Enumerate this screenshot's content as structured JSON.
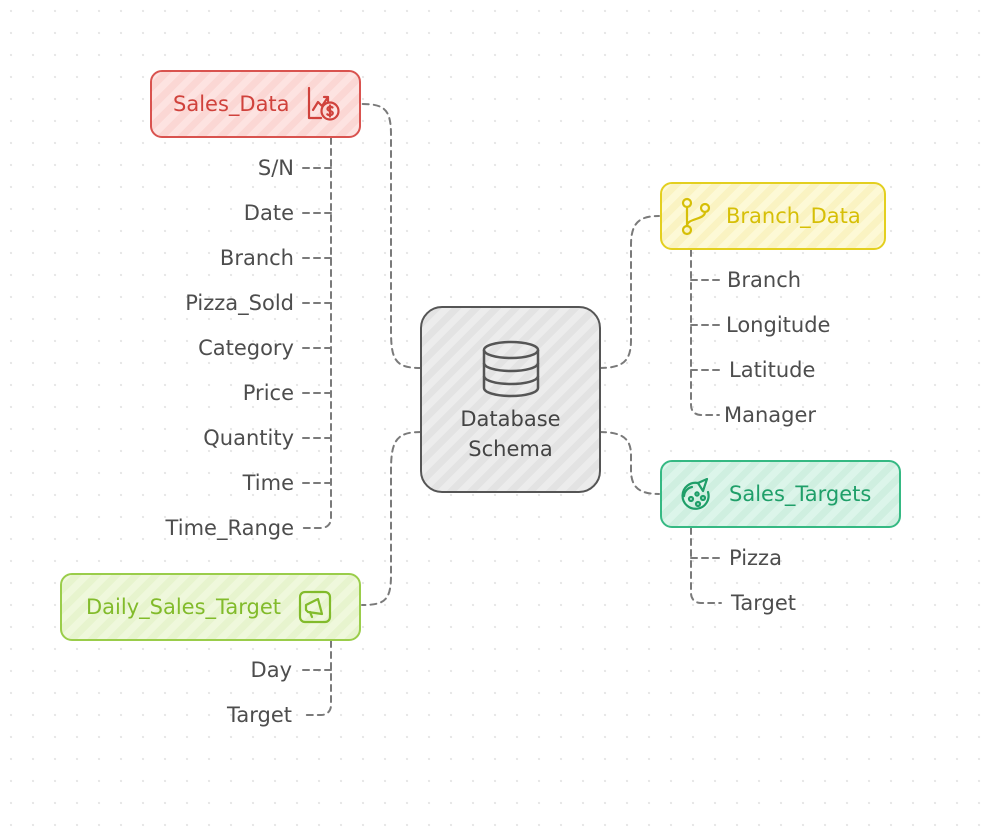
{
  "center": {
    "line1": "Database",
    "line2": "Schema",
    "icon": "database-icon"
  },
  "tables": {
    "sales_data": {
      "title": "Sales_Data",
      "icon": "sales-chart-dollar-icon",
      "color": "#d9534f",
      "fields": [
        "S/N",
        "Date",
        "Branch",
        "Pizza_Sold",
        "Category",
        "Price",
        "Quantity",
        "Time",
        "Time_Range"
      ]
    },
    "daily_sales_target": {
      "title": "Daily_Sales_Target",
      "icon": "megaphone-icon",
      "color": "#9acd4a",
      "fields": [
        "Day",
        "Target"
      ]
    },
    "branch_data": {
      "title": "Branch_Data",
      "icon": "git-branch-icon",
      "color": "#e3cf1f",
      "fields": [
        "Branch",
        "Longitude",
        "Latitude",
        "Manager"
      ]
    },
    "sales_targets": {
      "title": "Sales_Targets",
      "icon": "pizza-icon",
      "color": "#35b983",
      "fields": [
        "Pizza",
        "Target"
      ]
    }
  }
}
